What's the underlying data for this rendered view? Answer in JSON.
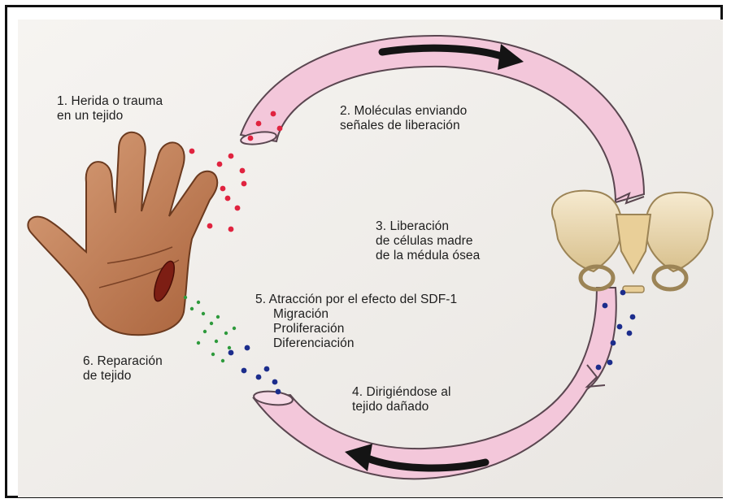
{
  "steps": [
    {
      "id": 1,
      "lines": [
        "1. Herida o trauma",
        "en un tejido"
      ]
    },
    {
      "id": 2,
      "lines": [
        "2. Moléculas enviando",
        "señales de liberación"
      ]
    },
    {
      "id": 3,
      "lines": [
        "3. Liberación",
        "de células madre",
        "de la médula ósea"
      ]
    },
    {
      "id": 4,
      "lines": [
        "4. Dirigiéndose al",
        "tejido dañado"
      ]
    },
    {
      "id": 5,
      "lines": [
        "5. Atracción por el efecto del SDF-1",
        "Migración",
        "Proliferación",
        "Diferenciación"
      ]
    },
    {
      "id": 6,
      "lines": [
        "6. Reparación",
        "de tejido"
      ]
    }
  ],
  "colors": {
    "background": "#f1efec",
    "tube": "#f3c7da",
    "tube_stroke": "#5a4650",
    "signal_dots": "#e0233f",
    "stem_cell_dots": "#1c2d8c",
    "repair_dots": "#2e9a3c",
    "arrow": "#141414",
    "skin": "#c47f55",
    "bone": "#eddcb0"
  },
  "icons": [
    "hand-icon",
    "pelvis-icon",
    "arrow-clockwise-icon",
    "arrow-counterclockwise-icon"
  ]
}
